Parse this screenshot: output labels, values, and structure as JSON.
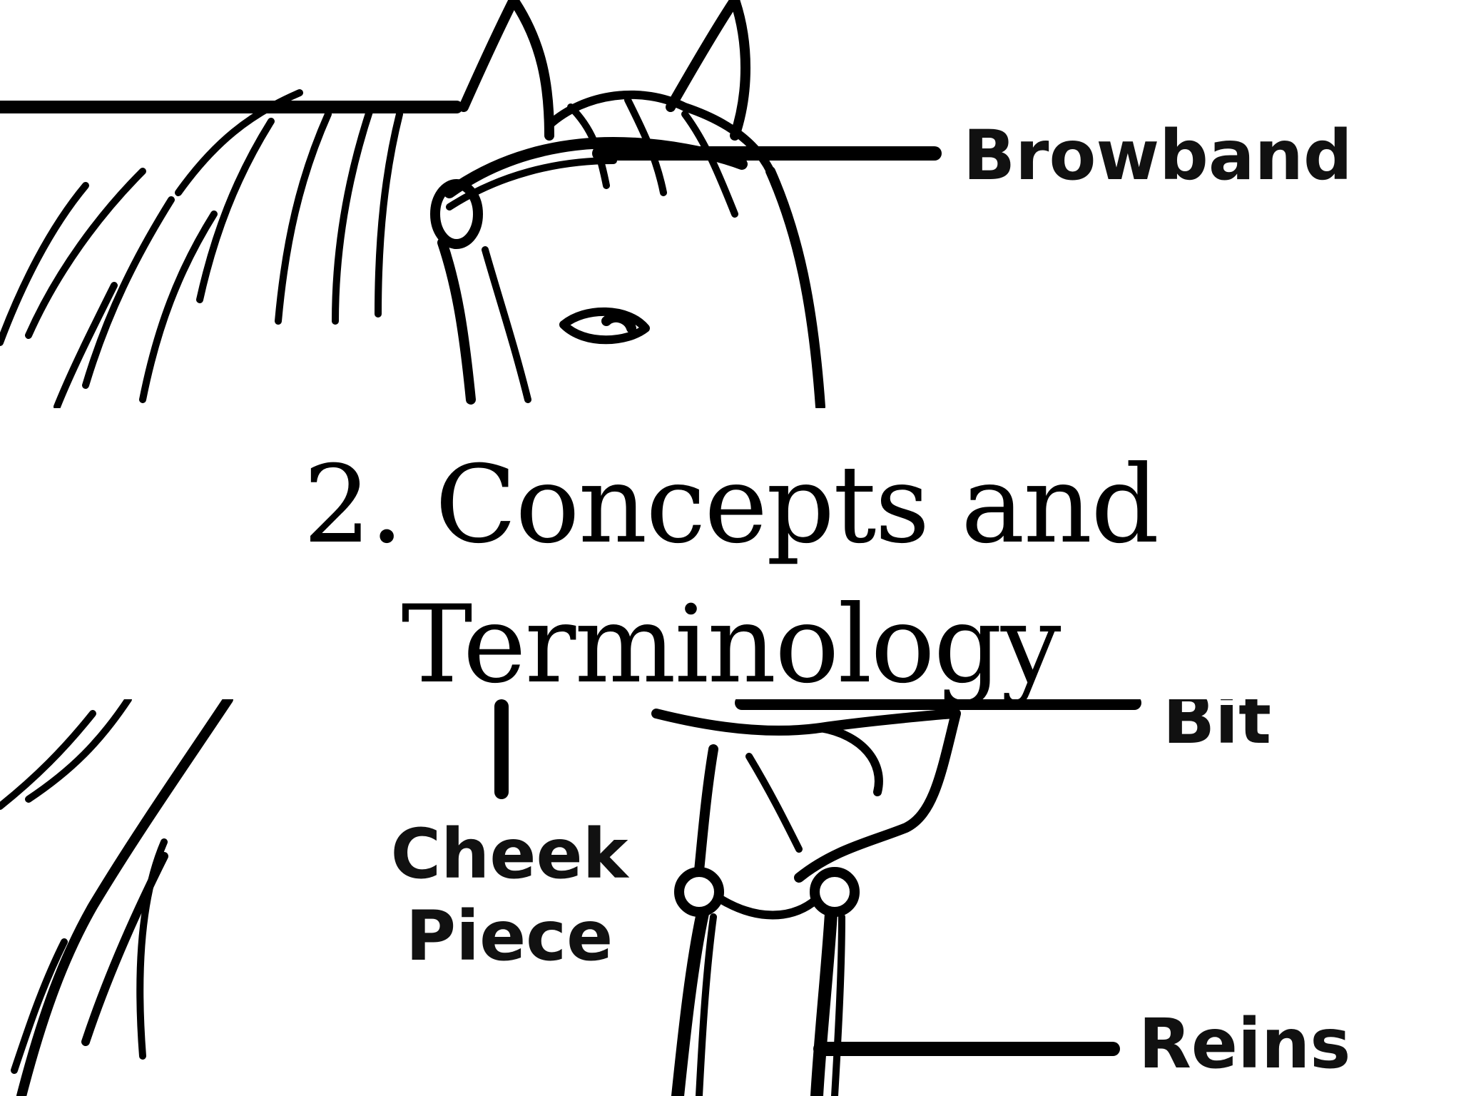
{
  "slide": {
    "title_line1": "2. Concepts and",
    "title_line2": "Terminology"
  },
  "diagram": {
    "labels": {
      "browband": "Browband",
      "cheek_line1": "Cheek",
      "cheek_line2": "Piece",
      "bit": "Bit",
      "reins": "Reins"
    },
    "icon": "horse-head-bridle-illustration"
  },
  "colors": {
    "background": "#ffffff",
    "ink": "#000000"
  }
}
